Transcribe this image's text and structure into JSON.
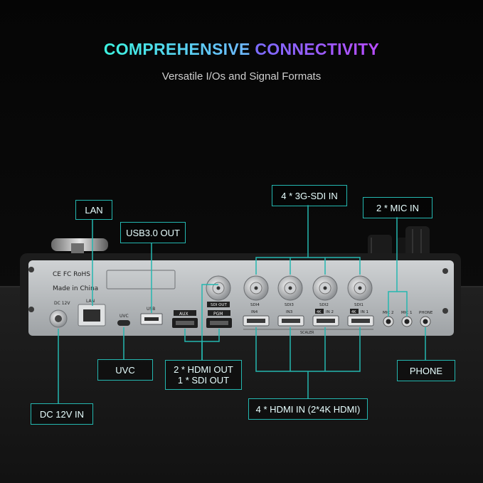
{
  "header": {
    "title_part1": "COMPREHENSIVE",
    "title_part2": "CONNECTIVITY",
    "subtitle": "Versatile I/Os and Signal Formats"
  },
  "device": {
    "certification": "CE FC RoHS",
    "origin": "Made in China",
    "port_labels": {
      "dc": "DC 12V",
      "lan": "LAN",
      "uvc": "UVC",
      "usb": "USB",
      "aux": "AUX",
      "pgm": "PGM",
      "sdi_out": "SDI OUT",
      "sdi4": "SDI4",
      "sdi3": "SDI3",
      "sdi2": "SDI2",
      "sdi1": "SDI1",
      "in4": "IN4",
      "in3": "IN3",
      "in2": "IN 2",
      "in1": "IN 1",
      "badge_4k": "4K",
      "scaler": "SCALER",
      "mic2": "MIC 2",
      "mic1": "MIC 1",
      "phone": "PHONE"
    }
  },
  "callouts": {
    "lan": "LAN",
    "usb": "USB3.0 OUT",
    "sdi_in": "4 * 3G-SDI IN",
    "mic_in": "2 * MIC IN",
    "uvc": "UVC",
    "out_line1": "2 * HDMI OUT",
    "out_line2": "1 * SDI OUT",
    "phone": "PHONE",
    "hdmi_in": "4 * HDMI IN (2*4K HDMI)",
    "dc": "DC 12V IN"
  },
  "colors": {
    "accent": "#24b7b0",
    "panel": "#b9bcbf",
    "background": "#000000"
  }
}
